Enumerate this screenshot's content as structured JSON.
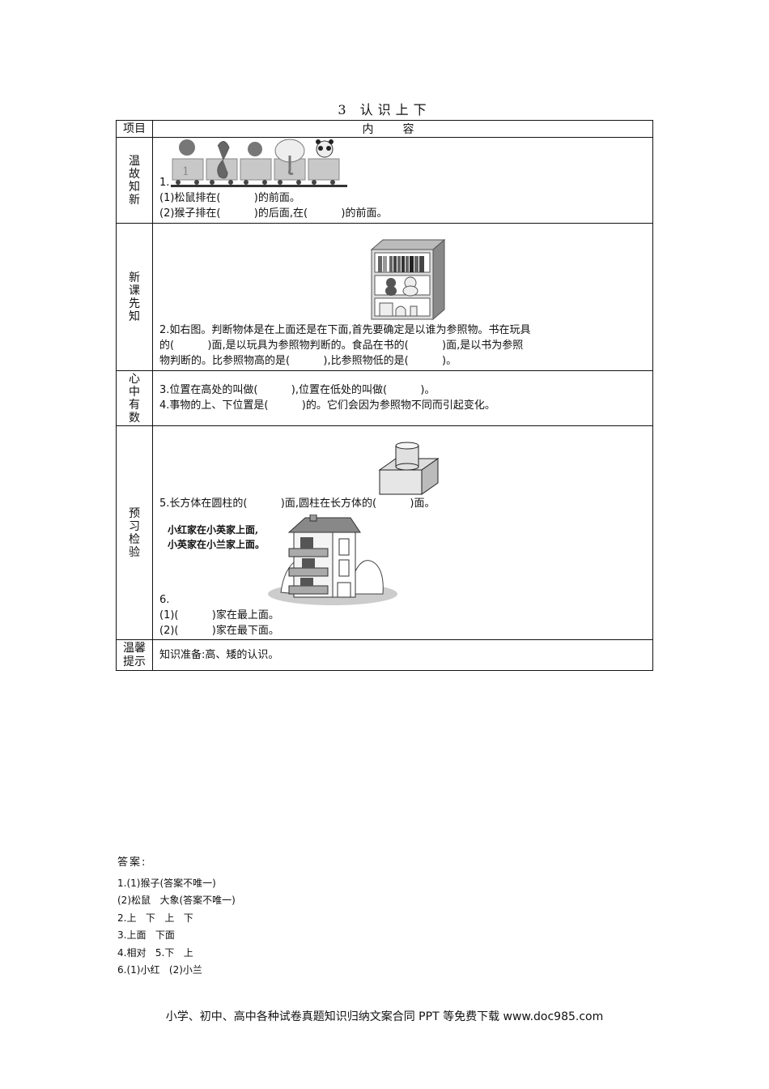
{
  "title": "3  认识上下",
  "table": {
    "header": {
      "col1": "项目",
      "col2": "内容"
    },
    "rows": [
      {
        "label": [
          "温",
          "故",
          "知",
          "新"
        ],
        "image": "train-animals-illustration",
        "question_num": "1.",
        "lines": [
          "(1)松鼠排在(          )的前面。",
          "(2)猴子排在(          )的后面,在(          )的前面。"
        ]
      },
      {
        "label": [
          "新",
          "课",
          "先",
          "知"
        ],
        "image": "bookshelf-illustration",
        "lines": [
          "2.如右图。判断物体是在上面还是在下面,首先要确定是以谁为参照物。书在玩具",
          "的(          )面,是以玩具为参照物判断的。食品在书的(          )面,是以书为参照",
          "物判断的。比参照物高的是(          ),比参照物低的是(          )。"
        ]
      },
      {
        "label": [
          "心",
          "中",
          "有",
          "数"
        ],
        "lines": [
          "3.位置在高处的叫做(          ),位置在低处的叫做(          )。",
          "4.事物的上、下位置是(          )的。它们会因为参照物不同而引起变化。"
        ]
      },
      {
        "label": [
          "预",
          "习",
          "检",
          "验"
        ],
        "image_1": "cylinder-on-cuboid-illustration",
        "q5": "5.长方体在圆柱的(          )面,圆柱在长方体的(          )面。",
        "image_2": "apartment-building-illustration",
        "caption": [
          "小红家在小英家上面,",
          "小英家在小兰家上面。"
        ],
        "q6_num": "6.",
        "q6_lines": [
          "(1)(          )家在最上面。",
          "(2)(          )家在最下面。"
        ]
      },
      {
        "label": [
          "温馨",
          "提示"
        ],
        "lines": [
          "知识准备:高、矮的认识。"
        ]
      }
    ]
  },
  "answers": {
    "heading": "答案:",
    "lines": [
      "1.(1)猴子(答案不唯一)",
      "(2)松鼠   大象(答案不唯一)",
      "2.上   下   上   下",
      "3.上面   下面",
      "4.相对   5.下   上",
      "6.(1)小红   (2)小兰"
    ]
  },
  "footer": "小学、初中、高中各种试卷真题知识归纳文案合同 PPT 等免费下载 www.doc985.com"
}
